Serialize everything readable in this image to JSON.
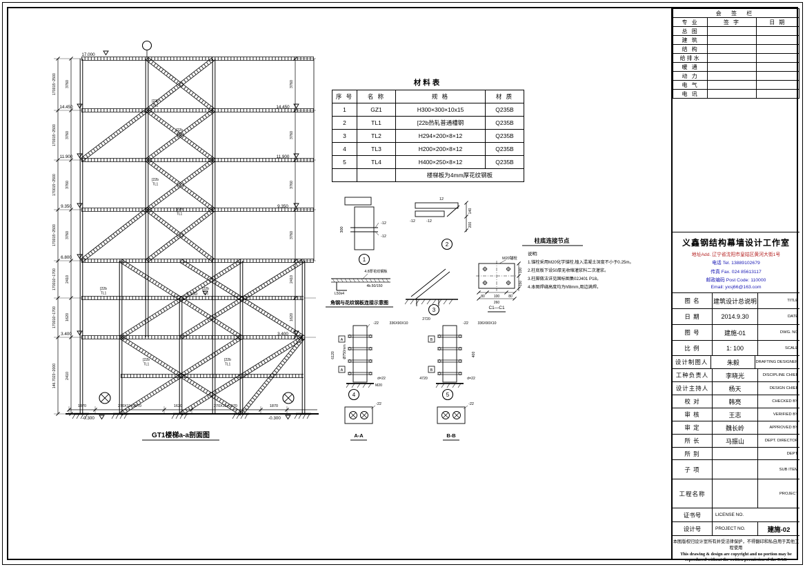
{
  "elev": {
    "caption": "GT1楼梯a-a剖面图",
    "lv17": "17.000",
    "lv1445": "14.450",
    "lv119": "11.900",
    "lv935": "9.350",
    "lv68": "6.800",
    "lv51": "5.100",
    "lv34": "3.400",
    "lvm03": "-0.300",
    "d3760": "3760",
    "d2410": "2410",
    "d1620": "1620",
    "douterA": "170015~2500",
    "douterB": "170010~1700",
    "douterC": "146.7023~2000",
    "b1870": "1870",
    "b2970": "270X11=2970",
    "member": "[22b",
    "member2": "TL1"
  },
  "materials": {
    "title": "材料表",
    "headers": [
      "序 号",
      "名 称",
      "规  格",
      "材 质"
    ],
    "rows": [
      [
        "1",
        "GZ1",
        "H300×300×10x15",
        "Q235B"
      ],
      [
        "2",
        "TL1",
        "[22b热轧普通槽钢",
        "Q235B"
      ],
      [
        "3",
        "TL2",
        "H294×200×8×12",
        "Q235B"
      ],
      [
        "4",
        "TL3",
        "H200×200×8×12",
        "Q235B"
      ],
      [
        "5",
        "TL4",
        "H400×250×8×12",
        "Q235B"
      ]
    ],
    "note": "楼梯板为4mm厚花纹钢板"
  },
  "details": {
    "ids": [
      "1",
      "2",
      "3",
      "4",
      "5"
    ],
    "p12": "-12",
    "p22": "-22",
    "d12": "12",
    "d300": "300",
    "d140": "140",
    "d200": "200",
    "d80": "80",
    "d100": "100",
    "d150": "150",
    "d260": "260",
    "m20anchor": "M20锚栓",
    "m20": "M20",
    "boltPlate": "336X90X10",
    "spacing": "Ø750mm",
    "d6120": "6120",
    "d2720": "2720",
    "d4720": "4720",
    "d400": "400",
    "dd22": "d=22",
    "tagA": "A",
    "tagB": "B",
    "secAA": "A-A",
    "secBB": "B-B",
    "secC": "C1—C1",
    "baseTitle": "柱底连接节点",
    "notesTitle": "说明:",
    "notes": [
      "1.锚栓采用M20化学锚栓,植入混凝土深度不小于0.25m。",
      "2.柱底板下设50厚无收缩灌浆料二次灌浆。",
      "3.柱脚做法详见国标图集02J401 P18。",
      "4.本图焊缝高度均为hf8mm,周边满焊。"
    ],
    "angleCaption": "角钢与花纹钢板连接示意图",
    "plateNote": "4.8厚花纹钢板",
    "angle": "L50x4",
    "weld": "4b.50/150"
  },
  "signoff": {
    "title": "会  签  栏",
    "cols": [
      "专 业",
      "签 字",
      "日 期"
    ],
    "rows": [
      "总 图",
      "建 筑",
      "结 构",
      "给排水",
      "暖 通",
      "动 力",
      "电 气",
      "电 讯"
    ]
  },
  "company": {
    "name": "义鑫钢结构幕墙设计工作室",
    "address": "地址Add. 辽宁省沈阳市皇姑区黄河大街1号",
    "tel": "电话 Tel. 13889102679",
    "fax": "传真 Fax. 024 85613117",
    "post": "邮政编码 Post Code: 110000",
    "email": "Email: yxsj66@163.com"
  },
  "fields": {
    "rows": [
      {
        "label": "图  名",
        "value": "建筑设计总说明",
        "en": "TITLE"
      },
      {
        "label": "日  期",
        "value": "2014.9.30",
        "en": "DATE"
      },
      {
        "label": "图  号",
        "value": "建施-01",
        "en": "DWG. NO"
      },
      {
        "label": "比  例",
        "value": "1: 100",
        "en": "SCALE"
      },
      {
        "label": "设计制图人",
        "value": "朱毅",
        "en": "DRAFTING DESIGNER"
      },
      {
        "label": "工种负责人",
        "value": "李晓光",
        "en": "DISCIPLINE CHIEF"
      },
      {
        "label": "设计主持人",
        "value": "杨天",
        "en": "DESIGN CHIEF"
      },
      {
        "label": "校  对",
        "value": "韩亮",
        "en": "CHECKED BY"
      },
      {
        "label": "审  核",
        "value": "王志",
        "en": "VERIFIED BY"
      },
      {
        "label": "审  定",
        "value": "魏长岭",
        "en": "APPROVED BY"
      },
      {
        "label": "所  长",
        "value": "马振山",
        "en": "DEPT. DIRECTOR"
      },
      {
        "label": "所  别",
        "value": "",
        "en": "DEPT."
      },
      {
        "label": "子  项",
        "value": "",
        "en": "SUB ITEM"
      },
      {
        "label": "工程名称",
        "value": "",
        "en": "PROJECT"
      }
    ]
  },
  "license": {
    "row1": {
      "label": "证书号",
      "en": "LICENSE NO."
    },
    "row2": {
      "label": "设计号",
      "en": "PROJECT NO.",
      "value": "建施-02"
    }
  },
  "copyright": {
    "zh": "本图版权归设计室所有并受法律保护，不得翻印和私自用于其他工程使用",
    "en1": "This drawing & design are copyright and no portion may be",
    "en2": "reproduced without the written permission of the CAG"
  }
}
